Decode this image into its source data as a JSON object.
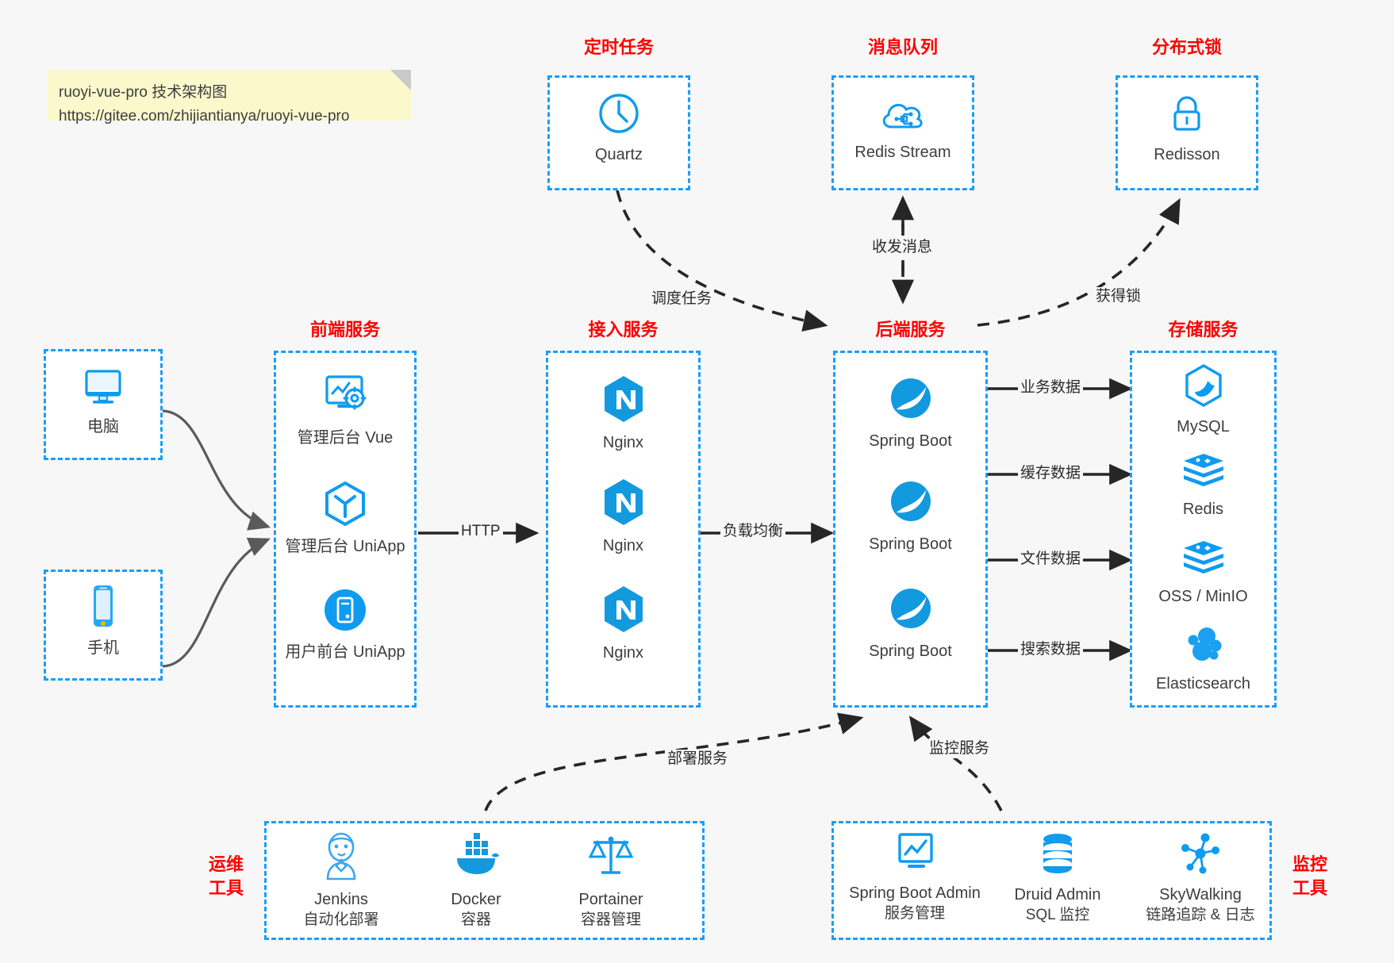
{
  "note": {
    "line1": "ruoyi-vue-pro 技术架构图",
    "line2": "https://gitee.com/zhijiantianya/ruoyi-vue-pro"
  },
  "colors": {
    "accent_blue": "#1a9dfb",
    "icon_blue": "#0e9bf0",
    "title_red": "#ff0000",
    "text_gray": "#3d3d3d",
    "background": "#f7f7f7",
    "note_yellow": "#fbf8cc",
    "arrow_dark": "#262626"
  },
  "groups": {
    "scheduler": {
      "title": "定时任务",
      "items": [
        {
          "label": "Quartz",
          "icon": "clock-icon"
        }
      ]
    },
    "mq": {
      "title": "消息队列",
      "items": [
        {
          "label": "Redis Stream",
          "icon": "cloud-network-icon"
        }
      ]
    },
    "lock": {
      "title": "分布式锁",
      "items": [
        {
          "label": "Redisson",
          "icon": "padlock-icon"
        }
      ]
    },
    "devices": {
      "items": [
        {
          "label": "电脑",
          "icon": "desktop-monitor-icon"
        },
        {
          "label": "手机",
          "icon": "smartphone-icon"
        }
      ]
    },
    "frontend": {
      "title": "前端服务",
      "items": [
        {
          "label": "管理后台 Vue",
          "icon": "dashboard-gear-icon"
        },
        {
          "label": "管理后台 UniApp",
          "icon": "hexagon-cube-icon"
        },
        {
          "label": "用户前台 UniApp",
          "icon": "mobile-app-icon"
        }
      ]
    },
    "gateway": {
      "title": "接入服务",
      "items": [
        {
          "label": "Nginx",
          "icon": "nginx-icon"
        },
        {
          "label": "Nginx",
          "icon": "nginx-icon"
        },
        {
          "label": "Nginx",
          "icon": "nginx-icon"
        }
      ]
    },
    "backend": {
      "title": "后端服务",
      "items": [
        {
          "label": "Spring Boot",
          "icon": "spring-boot-icon"
        },
        {
          "label": "Spring Boot",
          "icon": "spring-boot-icon"
        },
        {
          "label": "Spring Boot",
          "icon": "spring-boot-icon"
        }
      ]
    },
    "storage": {
      "title": "存储服务",
      "items": [
        {
          "label": "MySQL",
          "icon": "mysql-dolphin-icon"
        },
        {
          "label": "Redis",
          "icon": "redis-stack-icon"
        },
        {
          "label": "OSS / MinIO",
          "icon": "redis-stack-icon"
        },
        {
          "label": "Elasticsearch",
          "icon": "elasticsearch-icon"
        }
      ]
    },
    "devops": {
      "title_line1": "运维",
      "title_line2": "工具",
      "items": [
        {
          "label": "Jenkins",
          "sub": "自动化部署",
          "icon": "jenkins-butler-icon"
        },
        {
          "label": "Docker",
          "sub": "容器",
          "icon": "docker-whale-icon"
        },
        {
          "label": "Portainer",
          "sub": "容器管理",
          "icon": "scales-icon"
        }
      ]
    },
    "monitoring": {
      "title_line1": "监控",
      "title_line2": "工具",
      "items": [
        {
          "label": "Spring Boot Admin",
          "sub": "服务管理",
          "icon": "monitor-chart-icon"
        },
        {
          "label": "Druid Admin",
          "sub": "SQL 监控",
          "icon": "database-cylinder-icon"
        },
        {
          "label": "SkyWalking",
          "sub": "链路追踪 & 日志",
          "icon": "node-graph-icon"
        }
      ]
    }
  },
  "edges": [
    {
      "label": "调度任务",
      "from": "Quartz",
      "to": "后端服务",
      "style": "dashed"
    },
    {
      "label": "收发消息",
      "from": "Redis Stream",
      "to": "后端服务",
      "style": "dashed-bidirectional"
    },
    {
      "label": "获得锁",
      "from": "后端服务",
      "to": "Redisson",
      "style": "dashed"
    },
    {
      "label": "HTTP",
      "from": "前端服务",
      "to": "接入服务",
      "style": "solid"
    },
    {
      "label": "负载均衡",
      "from": "接入服务",
      "to": "后端服务",
      "style": "solid"
    },
    {
      "label": "业务数据",
      "from": "后端服务",
      "to": "MySQL",
      "style": "solid"
    },
    {
      "label": "缓存数据",
      "from": "后端服务",
      "to": "Redis",
      "style": "solid"
    },
    {
      "label": "文件数据",
      "from": "后端服务",
      "to": "OSS / MinIO",
      "style": "solid"
    },
    {
      "label": "搜索数据",
      "from": "后端服务",
      "to": "Elasticsearch",
      "style": "solid"
    },
    {
      "label": "部署服务",
      "from": "运维工具",
      "to": "后端服务",
      "style": "dashed"
    },
    {
      "label": "监控服务",
      "from": "监控工具",
      "to": "后端服务",
      "style": "dashed"
    }
  ]
}
